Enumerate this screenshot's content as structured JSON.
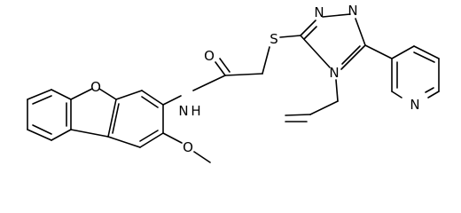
{
  "structure": {
    "atoms": {
      "ring_oxygen": "O",
      "carbonyl_oxygen": "O",
      "methoxy_oxygen": "O",
      "amide_nitrogen": "N",
      "amide_hydrogen": "H",
      "sulfur": "S",
      "triazole_n1": "N",
      "triazole_n2": "N",
      "triazole_n4": "N",
      "pyridine_nitrogen": "N"
    }
  }
}
